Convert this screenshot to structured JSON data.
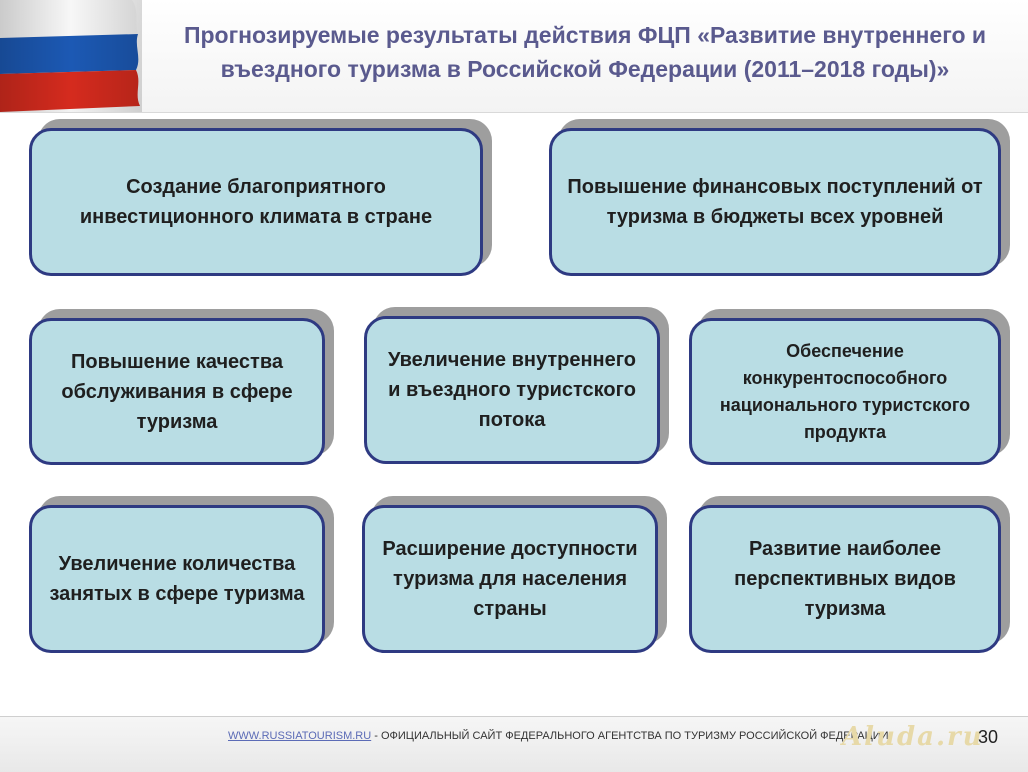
{
  "header": {
    "title": "Прогнозируемые результаты действия ФЦП «Развитие внутреннего и въездного туризма в Российской Федерации (2011–2018 годы)»",
    "flag_colors": [
      "#ffffff",
      "#1c59b4",
      "#d52b1e"
    ]
  },
  "boxes": {
    "b1": "Создание благоприятного инвестиционного климата в стране",
    "b2": "Повышение финансовых поступлений от туризма в бюджеты всех уровней",
    "b3": "Повышение качества обслуживания в сфере туризма",
    "b4": "Увеличение внутреннего и въездного туристского потока",
    "b5": "Обеспечение конкурентоспособного национального туристского продукта",
    "b6": "Увеличение количества занятых в сфере туризма",
    "b7": "Расширение доступности туризма для населения страны",
    "b8": "Развитие наиболее перспективных видов туризма"
  },
  "footer": {
    "link": "WWW.RUSSIATOURISM.RU",
    "text": " - ОФИЦИАЛЬНЫЙ САЙТ ФЕДЕРАЛЬНОГО АГЕНТСТВА ПО ТУРИЗМУ РОССИЙСКОЙ ФЕДЕРАЦИИ",
    "watermark": "Aluda.ru",
    "page_number": "30"
  },
  "colors": {
    "box_fill": "#b9dde4",
    "box_border": "#2e3a82",
    "title": "#5a5a8e"
  }
}
